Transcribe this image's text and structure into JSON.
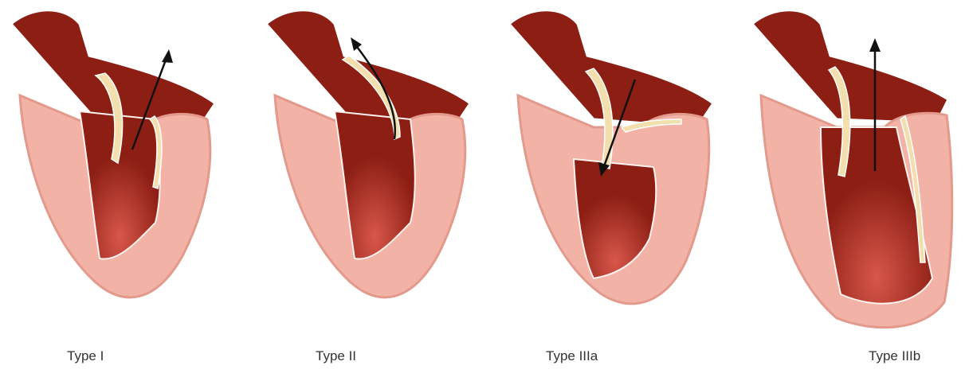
{
  "panels": [
    {
      "caption": "Type I"
    },
    {
      "caption": "Type II"
    },
    {
      "caption": "Type IIIa"
    },
    {
      "caption": "Type IIIb"
    }
  ],
  "colors": {
    "wall_outer": "#f2b2a6",
    "wall_stripe": "#e39a8d",
    "wall_edge": "#fff2ee",
    "chamber": "#8c1e14",
    "chamber_dark": "#6e140d",
    "chamber_glow": "#d8574a",
    "flap": "#f3dfae",
    "arrow": "#111111"
  }
}
